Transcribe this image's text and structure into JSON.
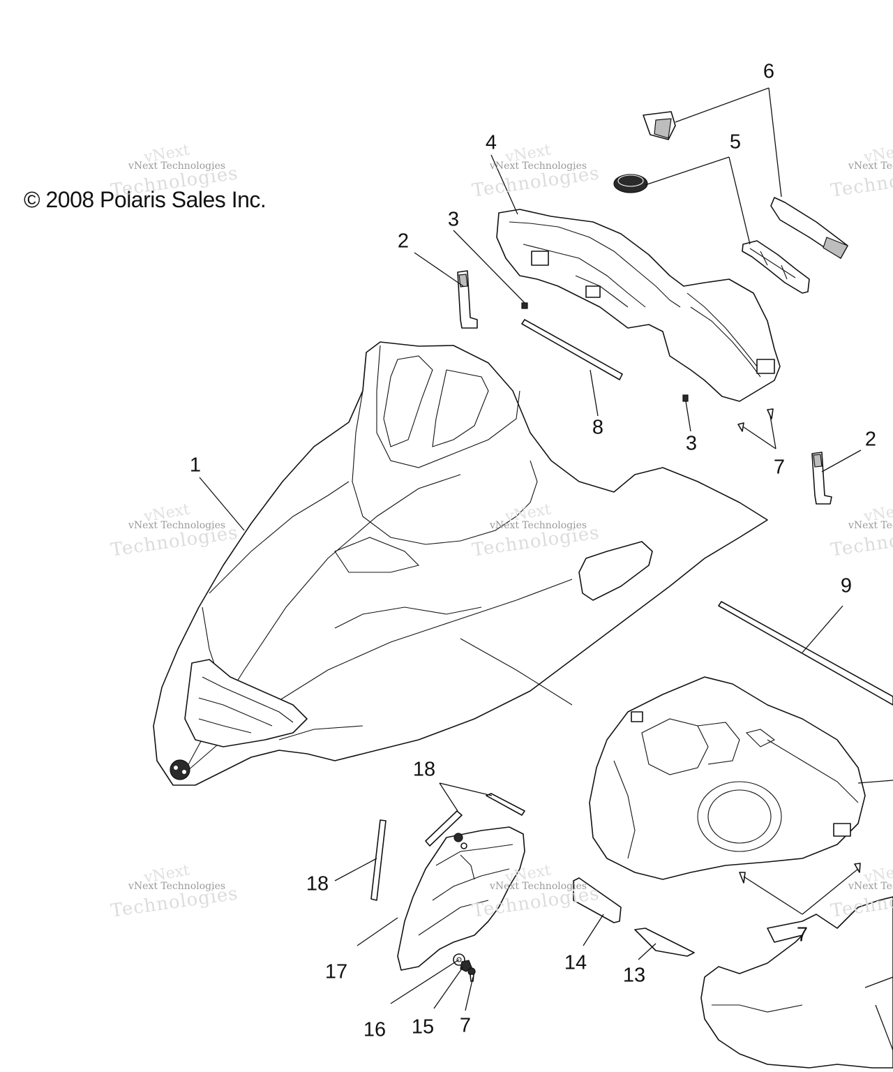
{
  "copyright": "© 2008 Polaris Sales Inc.",
  "watermark": {
    "line1": "vNext",
    "line2": "vNext Technologies",
    "line3": "Technologies"
  },
  "callouts": {
    "c1": "1",
    "c2a": "2",
    "c2b": "2",
    "c3a": "3",
    "c3b": "3",
    "c4": "4",
    "c5": "5",
    "c6": "6",
    "c7a": "7",
    "c7b": "7",
    "c7c": "7",
    "c8": "8",
    "c9": "9",
    "c13": "13",
    "c14": "14",
    "c15": "15",
    "c16": "16",
    "c17": "17",
    "c18a": "18",
    "c18b": "18"
  }
}
